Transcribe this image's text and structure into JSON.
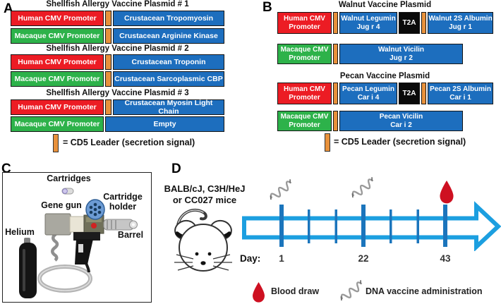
{
  "figure": {
    "type": "multi-panel scientific figure",
    "panels": [
      "A",
      "B",
      "C",
      "D"
    ]
  },
  "colors": {
    "human_cmv_promoter": "#EC1C24",
    "macaque_cmv_promoter": "#2DB24A",
    "gene_box": "#1D6EBE",
    "cd5_leader": "#E8913B",
    "t2a_linker": "#0A0A0A",
    "timeline_arrow": "#1C9FE0",
    "timeline_tick": "#1B75BC",
    "blood_drop": "#CE1021",
    "dna_squiggle": "#9A9A9A"
  },
  "panelA": {
    "label": "A",
    "legend": "= CD5 Leader (secretion signal)",
    "plasmids": [
      {
        "title": "Shellfish Allergy Vaccine Plasmid # 1",
        "rows": [
          {
            "promoter": "Human CMV Promoter",
            "cd5": true,
            "gene": "Crustacean Tropomyosin"
          },
          {
            "promoter": "Macaque CMV Promoter",
            "cd5": true,
            "gene": "Crustacean Arginine Kinase"
          }
        ]
      },
      {
        "title": "Shellfish Allergy Vaccine Plasmid # 2",
        "rows": [
          {
            "promoter": "Human CMV Promoter",
            "cd5": true,
            "gene": "Crustacean Troponin"
          },
          {
            "promoter": "Macaque CMV Promoter",
            "cd5": true,
            "gene": "Crustacean Sarcoplasmic CBP"
          }
        ]
      },
      {
        "title": "Shellfish Allergy Vaccine Plasmid # 3",
        "rows": [
          {
            "promoter": "Human CMV Promoter",
            "cd5": true,
            "gene": "Crustacean Myosin Light Chain"
          },
          {
            "promoter": "Macaque CMV Promoter",
            "cd5": false,
            "gene": "Empty"
          }
        ]
      }
    ]
  },
  "panelB": {
    "label": "B",
    "legend": "= CD5 Leader (secretion signal)",
    "plasmids": [
      {
        "title": "Walnut Vaccine Plasmid",
        "row1": {
          "promoter": "Human CMV\nPromoter",
          "gene1": "Walnut Legumin\nJug r 4",
          "linker": "T2A",
          "gene2": "Walnut 2S Albumin\nJug r 1"
        },
        "row2": {
          "promoter": "Macaque CMV\nPromoter",
          "gene": "Walnut Vicilin\nJug r 2"
        }
      },
      {
        "title": "Pecan Vaccine Plasmid",
        "row1": {
          "promoter": "Human CMV\nPromoter",
          "gene1": "Pecan Legumin\nCar i 4",
          "linker": "T2A",
          "gene2": "Pecan 2S Albumin\nCar i 1"
        },
        "row2": {
          "promoter": "Macaque CMV\nPromoter",
          "gene": "Pecan Vicilin\nCar i 2"
        }
      }
    ]
  },
  "panelC": {
    "label": "C",
    "labels": {
      "cartridges": "Cartridges",
      "cartridge_holder": "Cartridge\nholder",
      "gene_gun": "Gene gun",
      "helium": "Helium",
      "barrel": "Barrel"
    }
  },
  "panelD": {
    "label": "D",
    "strains": "BALB/cJ, C3H/HeJ\nor CC027 mice",
    "day_label": "Day:",
    "days": [
      "1",
      "22",
      "43"
    ],
    "timeline": {
      "tick_days": [
        1,
        8,
        15,
        22,
        29,
        36,
        43
      ],
      "major_tick_days": [
        1,
        22,
        43
      ]
    },
    "legend": {
      "blood": "Blood draw",
      "dna": "DNA vaccine administration"
    }
  }
}
